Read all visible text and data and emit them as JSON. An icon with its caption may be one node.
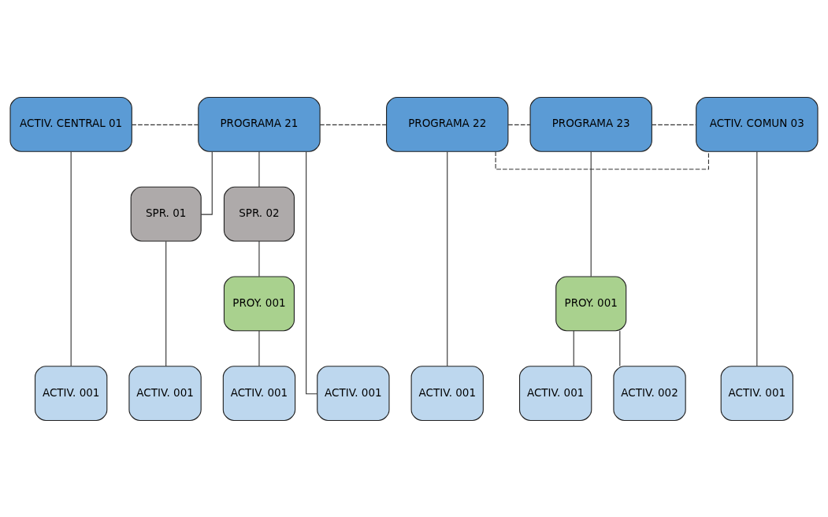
{
  "diagram": {
    "nodes": [
      {
        "text": [
          "ACTIV. CENTRAL 01"
        ]
      },
      {
        "text": [
          "PROGRAMA 21"
        ]
      },
      {
        "text": [
          "PROGRAMA 22"
        ]
      },
      {
        "text": [
          "PROGRAMA 23"
        ]
      },
      {
        "text": [
          "ACTIV. COMUN 03"
        ]
      },
      {
        "text": [
          "SPR. 01"
        ]
      },
      {
        "text": [
          "SPR. 02"
        ]
      },
      {
        "text": [
          "PROY. 001"
        ]
      },
      {
        "text": [
          "PROY. 001"
        ]
      },
      {
        "text": [
          "ACTIV. 001"
        ]
      },
      {
        "text": [
          "ACTIV. 001"
        ]
      },
      {
        "text": [
          "ACTIV. 001"
        ]
      },
      {
        "text": [
          "ACTIV. 001"
        ]
      },
      {
        "text": [
          "ACTIV. 001"
        ]
      },
      {
        "text": [
          "ACTIV. 001"
        ]
      },
      {
        "text": [
          "ACTIV. 002"
        ]
      },
      {
        "text": [
          "ACTIV. 001"
        ]
      }
    ],
    "edges": [
      {
        "from": 0,
        "to": 1,
        "arrow": "none",
        "style": "dashed"
      },
      {
        "from": 1,
        "to": 2,
        "arrow": "none",
        "style": "dashed"
      },
      {
        "from": 2,
        "to": 3,
        "arrow": "none",
        "style": "dashed"
      },
      {
        "from": 2,
        "to": 4,
        "arrow": "none",
        "style": "dashed"
      },
      {
        "from": 3,
        "to": 4,
        "arrow": "none",
        "style": "dashed"
      },
      {
        "from": 0,
        "to": 9,
        "arrow": "none"
      },
      {
        "from": 1,
        "to": 10,
        "arrow": "none"
      },
      {
        "from": 1,
        "to": 5,
        "arrow": "none"
      },
      {
        "from": 1,
        "to": 6,
        "arrow": "none"
      },
      {
        "from": 5,
        "to": 11,
        "arrow": "none"
      },
      {
        "from": 6,
        "to": 7,
        "arrow": "none"
      },
      {
        "from": 7,
        "to": 12,
        "arrow": "none"
      },
      {
        "from": 2,
        "to": 13,
        "arrow": "none"
      },
      {
        "from": 3,
        "to": 8,
        "arrow": "none"
      },
      {
        "from": 8,
        "to": 14,
        "arrow": "none"
      },
      {
        "from": 8,
        "to": 15,
        "arrow": "none"
      },
      {
        "from": 4,
        "to": 16,
        "arrow": "none"
      }
    ]
  }
}
